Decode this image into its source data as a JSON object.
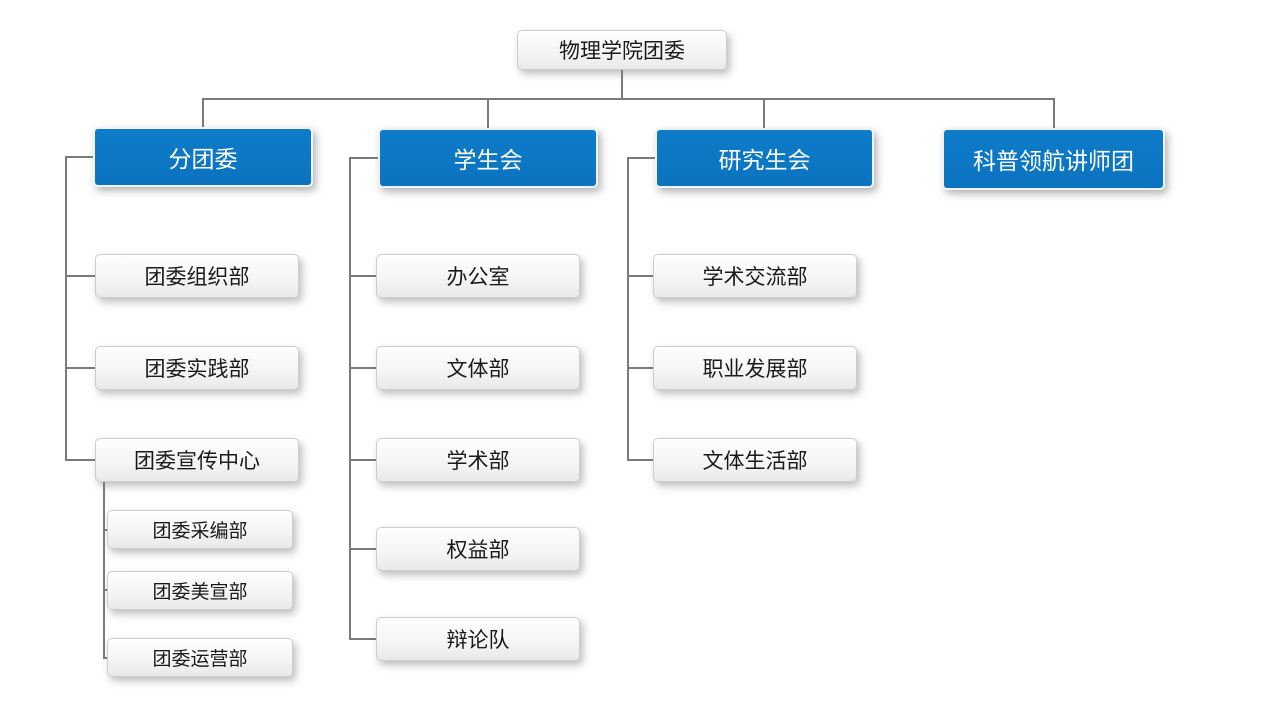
{
  "org": {
    "root": "物理学院团委",
    "branches": [
      {
        "label": "分团委",
        "children": [
          {
            "label": "团委组织部"
          },
          {
            "label": "团委实践部"
          },
          {
            "label": "团委宣传中心",
            "children": [
              {
                "label": "团委采编部"
              },
              {
                "label": "团委美宣部"
              },
              {
                "label": "团委运营部"
              }
            ]
          }
        ]
      },
      {
        "label": "学生会",
        "children": [
          {
            "label": "办公室"
          },
          {
            "label": "文体部"
          },
          {
            "label": "学术部"
          },
          {
            "label": "权益部"
          },
          {
            "label": "辩论队"
          }
        ]
      },
      {
        "label": "研究生会",
        "children": [
          {
            "label": "学术交流部"
          },
          {
            "label": "职业发展部"
          },
          {
            "label": "文体生活部"
          }
        ]
      },
      {
        "label": "科普领航讲师团",
        "children": []
      }
    ]
  },
  "colors": {
    "branch_fill": "#0b74c0",
    "branch_text": "#ffffff",
    "node_fill": "#f2f2f2",
    "node_border": "#cdcdcd",
    "node_text": "#1a1a1a",
    "connector": "#7a7a7a",
    "background": "#ffffff"
  }
}
